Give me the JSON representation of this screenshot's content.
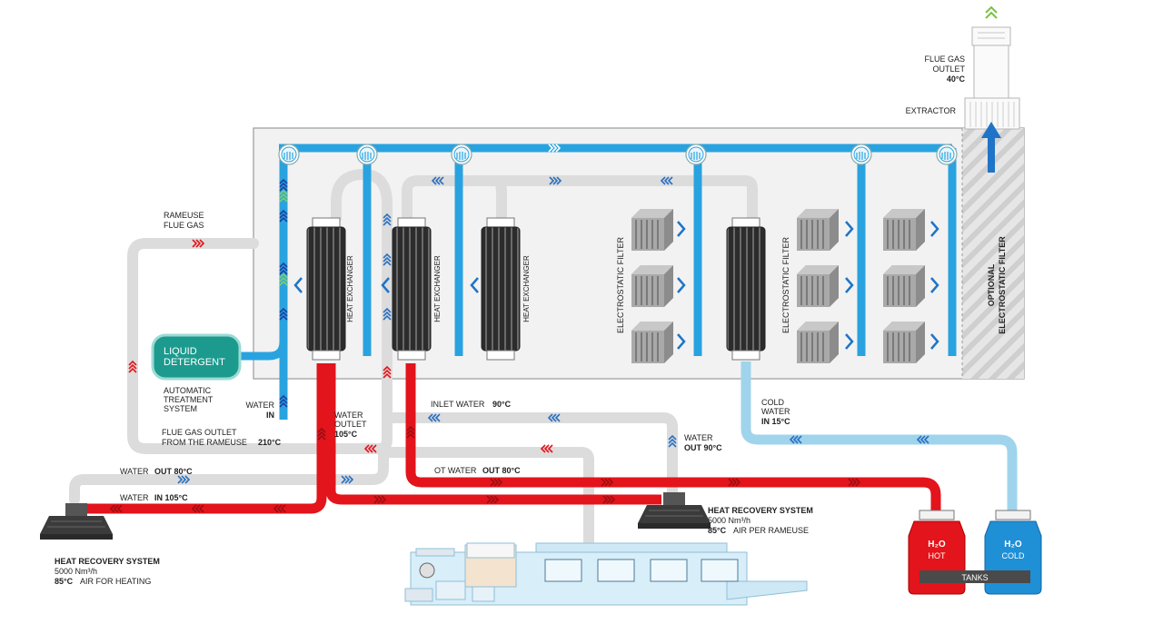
{
  "labels": {
    "flue_outlet": [
      "FLUE GAS",
      "OUTLET"
    ],
    "flue_outlet_temp": "40°C",
    "extractor": "EXTRACTOR",
    "rameuse_flue_gas": [
      "RAMEUSE",
      "FLUE GAS"
    ],
    "liquid_detergent": [
      "LIQUID",
      "DETERGENT"
    ],
    "automatic_treatment": [
      "AUTOMATIC",
      "TREATMENT",
      "SYSTEM"
    ],
    "water_in_left": "WATER",
    "water_in_left_b": "IN",
    "water_outlet": [
      "WATER",
      "OUTLET"
    ],
    "water_outlet_temp": "105°C",
    "inlet_water": "INLET WATER",
    "inlet_water_temp": "90°C",
    "flue_gas_outlet_rameuse": [
      "FLUE GAS OUTLET",
      "FROM THE RAMEUSE"
    ],
    "flue_gas_outlet_rameuse_temp": "210°C",
    "water_out_80_a": "WATER",
    "water_out_80_b": "OUT 80°C",
    "water_in_105_a": "WATER",
    "water_in_105_b": "IN 105°C",
    "ot_water_a": "OT WATER",
    "ot_water_b": "OUT 80°C",
    "water_out_90_a": "WATER",
    "water_out_90_b": "OUT 90°C",
    "cold_water": [
      "COLD",
      "WATER"
    ],
    "cold_water_b": "IN 15°C",
    "heat_exchanger": "HEAT EXCHANGER",
    "electrostatic_filter": "ELECTROSTATIC FILTER",
    "optional_filter": [
      "OPTIONAL",
      "ELECTROSTATIC FILTER"
    ],
    "hrs_right_title": "HEAT RECOVERY SYSTEM",
    "hrs_right_flow": "5000 Nm³/h",
    "hrs_right_air_b": "85°C",
    "hrs_right_air": "AIR PER RAMEUSE",
    "hrs_left_title": "HEAT RECOVERY SYSTEM",
    "hrs_left_flow": "5000 Nm³/h",
    "hrs_left_air_b": "85°C",
    "hrs_left_air": "AIR FOR HEATING",
    "tank_hot_formula": "H₂O",
    "tank_hot": "HOT",
    "tank_cold_formula": "H₂O",
    "tank_cold": "COLD",
    "tanks": "TANKS"
  },
  "colors": {
    "hot_pipe": "#e3141b",
    "cold_pipe": "#9fd4ec",
    "water_pipe": "#29a3df",
    "flue_pipe": "#dedede",
    "exchanger": "#2e2e2e",
    "detergent": "#1d9a8e",
    "tank_hot": "#e3141b",
    "tank_cold": "#1f8fd6"
  }
}
